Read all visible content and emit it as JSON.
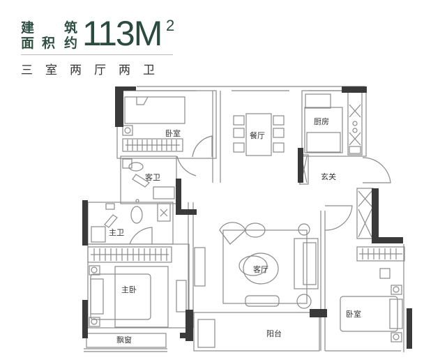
{
  "header": {
    "area_label_line1": [
      "建",
      "筑"
    ],
    "area_label_line2": [
      "面",
      "积",
      "约"
    ],
    "area_value": "113",
    "area_unit": "M",
    "area_unit_power": "2",
    "layout_summary": "三室两厅两卫"
  },
  "rooms": {
    "bedroom_north": "卧室",
    "dining": "餐厅",
    "kitchen": "厨房",
    "entrance": "玄关",
    "guest_bath": "客卫",
    "master_bath": "主卫",
    "living": "客厅",
    "master_bedroom": "主卧",
    "bay_window": "飘窗",
    "balcony": "阳台",
    "bedroom_south": "卧室"
  },
  "colors": {
    "title_green": "#2a4b3e",
    "wall_dark": "#3a3a3a",
    "line": "#8a8a8a"
  }
}
